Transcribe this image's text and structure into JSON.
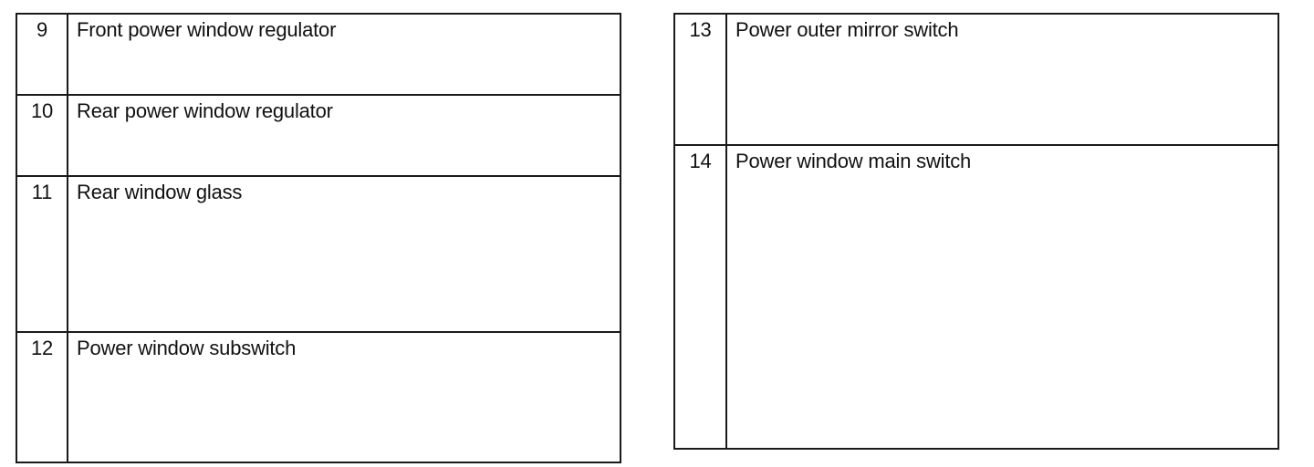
{
  "left_table": {
    "rows": [
      {
        "number": "9",
        "description": "Front power window regulator"
      },
      {
        "number": "10",
        "description": "Rear power window regulator"
      },
      {
        "number": "11",
        "description": "Rear window glass"
      },
      {
        "number": "12",
        "description": "Power window subswitch"
      }
    ]
  },
  "right_table": {
    "rows": [
      {
        "number": "13",
        "description": "Power outer mirror switch"
      },
      {
        "number": "14",
        "description": "Power window main switch"
      }
    ]
  }
}
